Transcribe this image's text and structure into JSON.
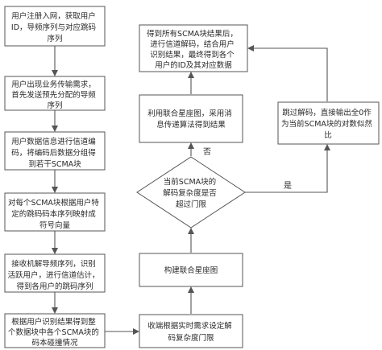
{
  "flowchart": {
    "nodes": [
      {
        "id": "n1",
        "lines": [
          "用户注册入网，获取用户",
          "ID，导频序列与对应跳码",
          "序列"
        ]
      },
      {
        "id": "n2",
        "lines": [
          "用户出现业务传输需求，",
          "首先发送预先分配的导频",
          "序列"
        ]
      },
      {
        "id": "n3",
        "lines": [
          "用户数据信息进行信道编",
          "码，将编码后数据分组得",
          "到若干SCMA块"
        ]
      },
      {
        "id": "n4",
        "lines": [
          "对每个SCMA块根据用户特",
          "定的跳码码本序列映射成",
          "符号向量"
        ]
      },
      {
        "id": "n5",
        "lines": [
          "接收机解导频序列，识别",
          "活跃用户，进行信道估计，",
          "得到各用户的跳码序列"
        ]
      },
      {
        "id": "n6",
        "lines": [
          "根据用户识别结果得到整",
          "个数据块中各个SCMA块的",
          "码本碰撞情况"
        ]
      },
      {
        "id": "n7",
        "lines": [
          "收端根据实时需求设定解",
          "码复杂度门限"
        ]
      },
      {
        "id": "n8",
        "lines": [
          "构建联合星座图"
        ]
      },
      {
        "id": "n9",
        "lines": [
          "当前SCMA块的",
          "解码复杂度是否",
          "超过门限"
        ]
      },
      {
        "id": "n10",
        "lines": [
          "利用联合星座图，采用消",
          "息传递算法得到结果"
        ]
      },
      {
        "id": "n11",
        "lines": [
          "得到所有SCMA块结果后，",
          "进行信道解码，结合用户",
          "识别结果，最终得到各个",
          "用户的ID及其对应数据"
        ]
      },
      {
        "id": "n12",
        "lines": [
          "跳过解码，直接输出全0作",
          "为当前SCMA块的对数似然",
          "比"
        ]
      }
    ],
    "branches": {
      "no": "否",
      "yes": "是"
    }
  }
}
